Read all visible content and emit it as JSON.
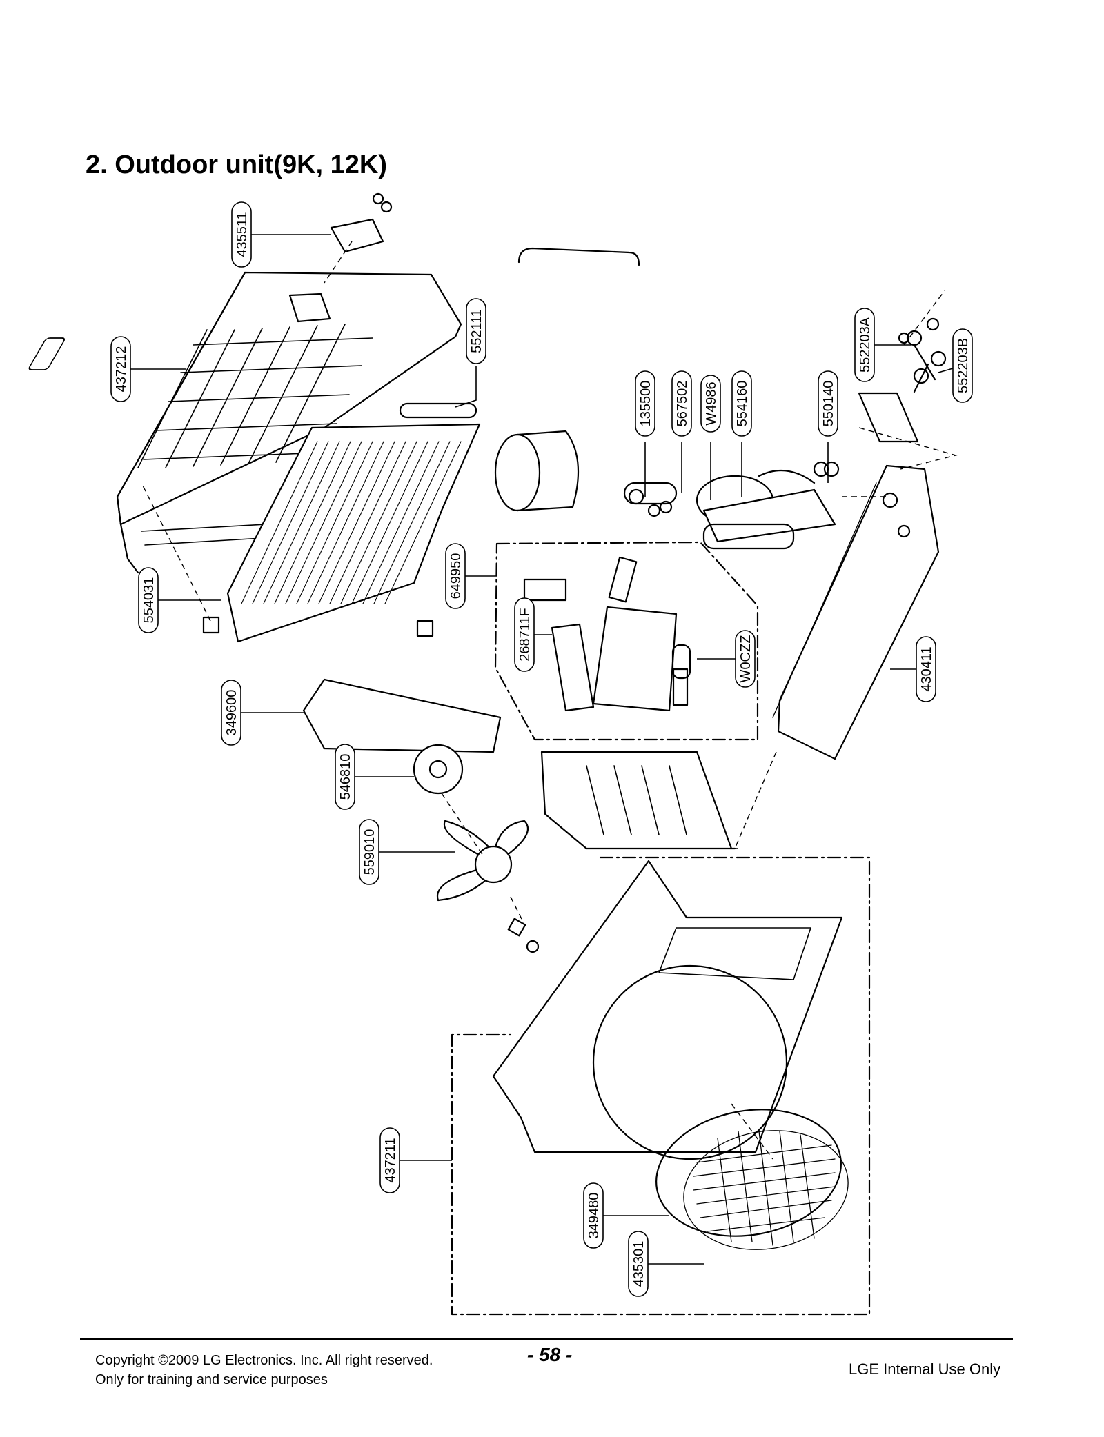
{
  "page": {
    "title": "2. Outdoor unit(9K, 12K)",
    "page_number": "- 58 -",
    "copyright_line1": "Copyright ©2009 LG Electronics. Inc. All right reserved.",
    "copyright_line2": "Only for training and service purposes",
    "internal_use": "LGE Internal Use Only"
  },
  "callouts": [
    {
      "id": "435511",
      "label": "435511"
    },
    {
      "id": "437212",
      "label": "437212"
    },
    {
      "id": "552111",
      "label": "552111"
    },
    {
      "id": "135500",
      "label": "135500"
    },
    {
      "id": "567502",
      "label": "567502"
    },
    {
      "id": "W4986",
      "label": "W4986"
    },
    {
      "id": "554160",
      "label": "554160"
    },
    {
      "id": "550140",
      "label": "550140"
    },
    {
      "id": "552203A",
      "label": "552203A"
    },
    {
      "id": "552203B",
      "label": "552203B"
    },
    {
      "id": "554031",
      "label": "554031"
    },
    {
      "id": "649950",
      "label": "649950"
    },
    {
      "id": "268711F",
      "label": "268711F"
    },
    {
      "id": "W0CZZ",
      "label": "W0CZZ"
    },
    {
      "id": "430411",
      "label": "430411"
    },
    {
      "id": "349600",
      "label": "349600"
    },
    {
      "id": "546810",
      "label": "546810"
    },
    {
      "id": "559010",
      "label": "559010"
    },
    {
      "id": "437211",
      "label": "437211"
    },
    {
      "id": "349480",
      "label": "349480"
    },
    {
      "id": "435301",
      "label": "435301"
    }
  ]
}
